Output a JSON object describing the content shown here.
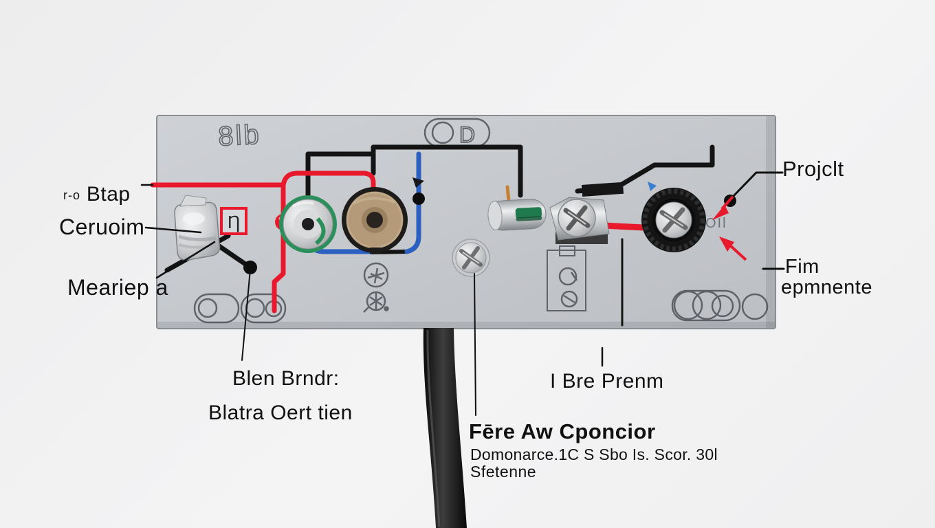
{
  "scene": {
    "description": "Photographic labeled wiring diagram of a gray electrical panel board with components, colored wires and callout labels",
    "background_color": "#f2f2f3",
    "board_color": "#c6c9cd",
    "wire_colors": {
      "black": "#141414",
      "red": "#e8192c",
      "blue": "#2b5fc0",
      "green": "#2a8f5a",
      "orange": "#c87f35"
    }
  },
  "labels": {
    "btap_prefix": "r-o",
    "btap": "Btap",
    "ceruoim": "Ceruoim",
    "meariep": "Meariep a",
    "blen_line1": "Blen Brndr:",
    "blen_line2": "Blatra Oert tien",
    "ibre": "I Bre Prenm",
    "fere_line1": "Fēre Aw Cponcior",
    "fere_line2": "Domonarce.1C S Sbo Is. Scor. 30l",
    "fere_line3": "Sfetenne",
    "projclt": "Projclt",
    "fim_line1": "Fim",
    "fim_line2": "epmnente"
  },
  "board_marks": {
    "mark_8lb": "8lb",
    "toggle_glyph": "D",
    "oil": "OIl",
    "fuse_box_glyph": "Ƞ"
  }
}
